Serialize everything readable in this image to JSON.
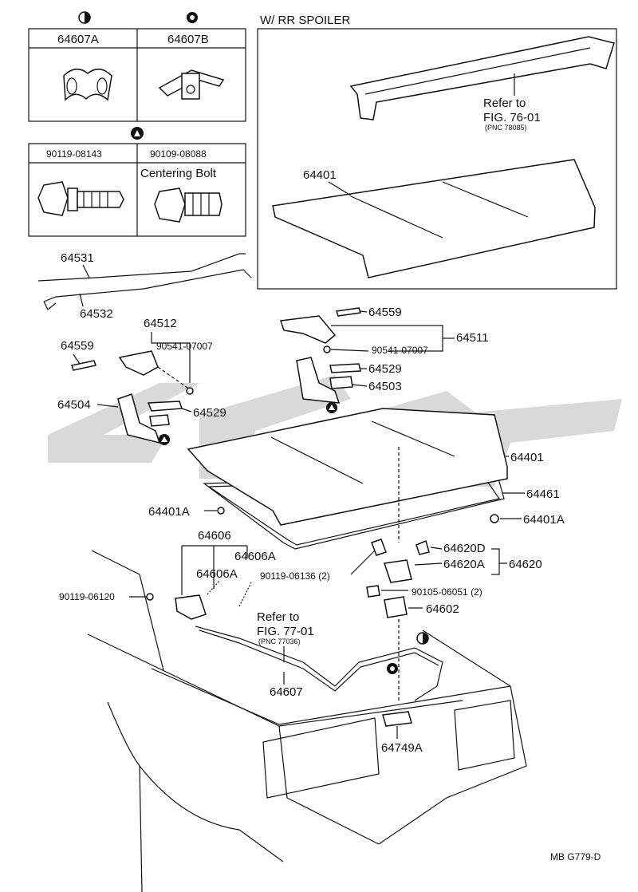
{
  "spoiler_header": "W/ RR SPOILER",
  "legend_top": {
    "left": {
      "code": "64607A",
      "symbol": "half-circle-icon"
    },
    "right": {
      "code": "64607B",
      "symbol": "gear-circle-icon"
    }
  },
  "legend_bolts": {
    "symbol": "triangle-circle-icon",
    "left": {
      "code": "90119-08143"
    },
    "right": {
      "code": "90109-08088",
      "caption": "Centering Bolt"
    }
  },
  "spoiler_ref": {
    "line1": "Refer to",
    "line2": "FIG. 76-01",
    "line3": "(PNC 78085)"
  },
  "cable_ref": {
    "line1": "Refer to",
    "line2": "FIG. 77-01",
    "line3": "(PNC 77036)"
  },
  "labels": {
    "p64401_spoiler": "64401",
    "p64531": "64531",
    "p64532": "64532",
    "p64512": "64512",
    "p64559_left": "64559",
    "p90541_left": "90541-07007",
    "p64504": "64504",
    "p64529_left": "64529",
    "p64559_right": "64559",
    "p64511": "64511",
    "p90541_right": "90541-07007",
    "p64529_right": "64529",
    "p64503": "64503",
    "p64401": "64401",
    "p64461": "64461",
    "p64401A_left": "64401A",
    "p64401A_right": "64401A",
    "p64606": "64606",
    "p64606A_1": "64606A",
    "p64606A_2": "64606A",
    "p90119_06136": "90119-06136 (2)",
    "p64620D": "64620D",
    "p64620A": "64620A",
    "p64620": "64620",
    "p90105_06051": "90105-06051 (2)",
    "p64602": "64602",
    "p90119_06120": "90119-06120",
    "p64607": "64607",
    "p64749A": "64749A"
  },
  "footer_code": "MB  G779-D"
}
